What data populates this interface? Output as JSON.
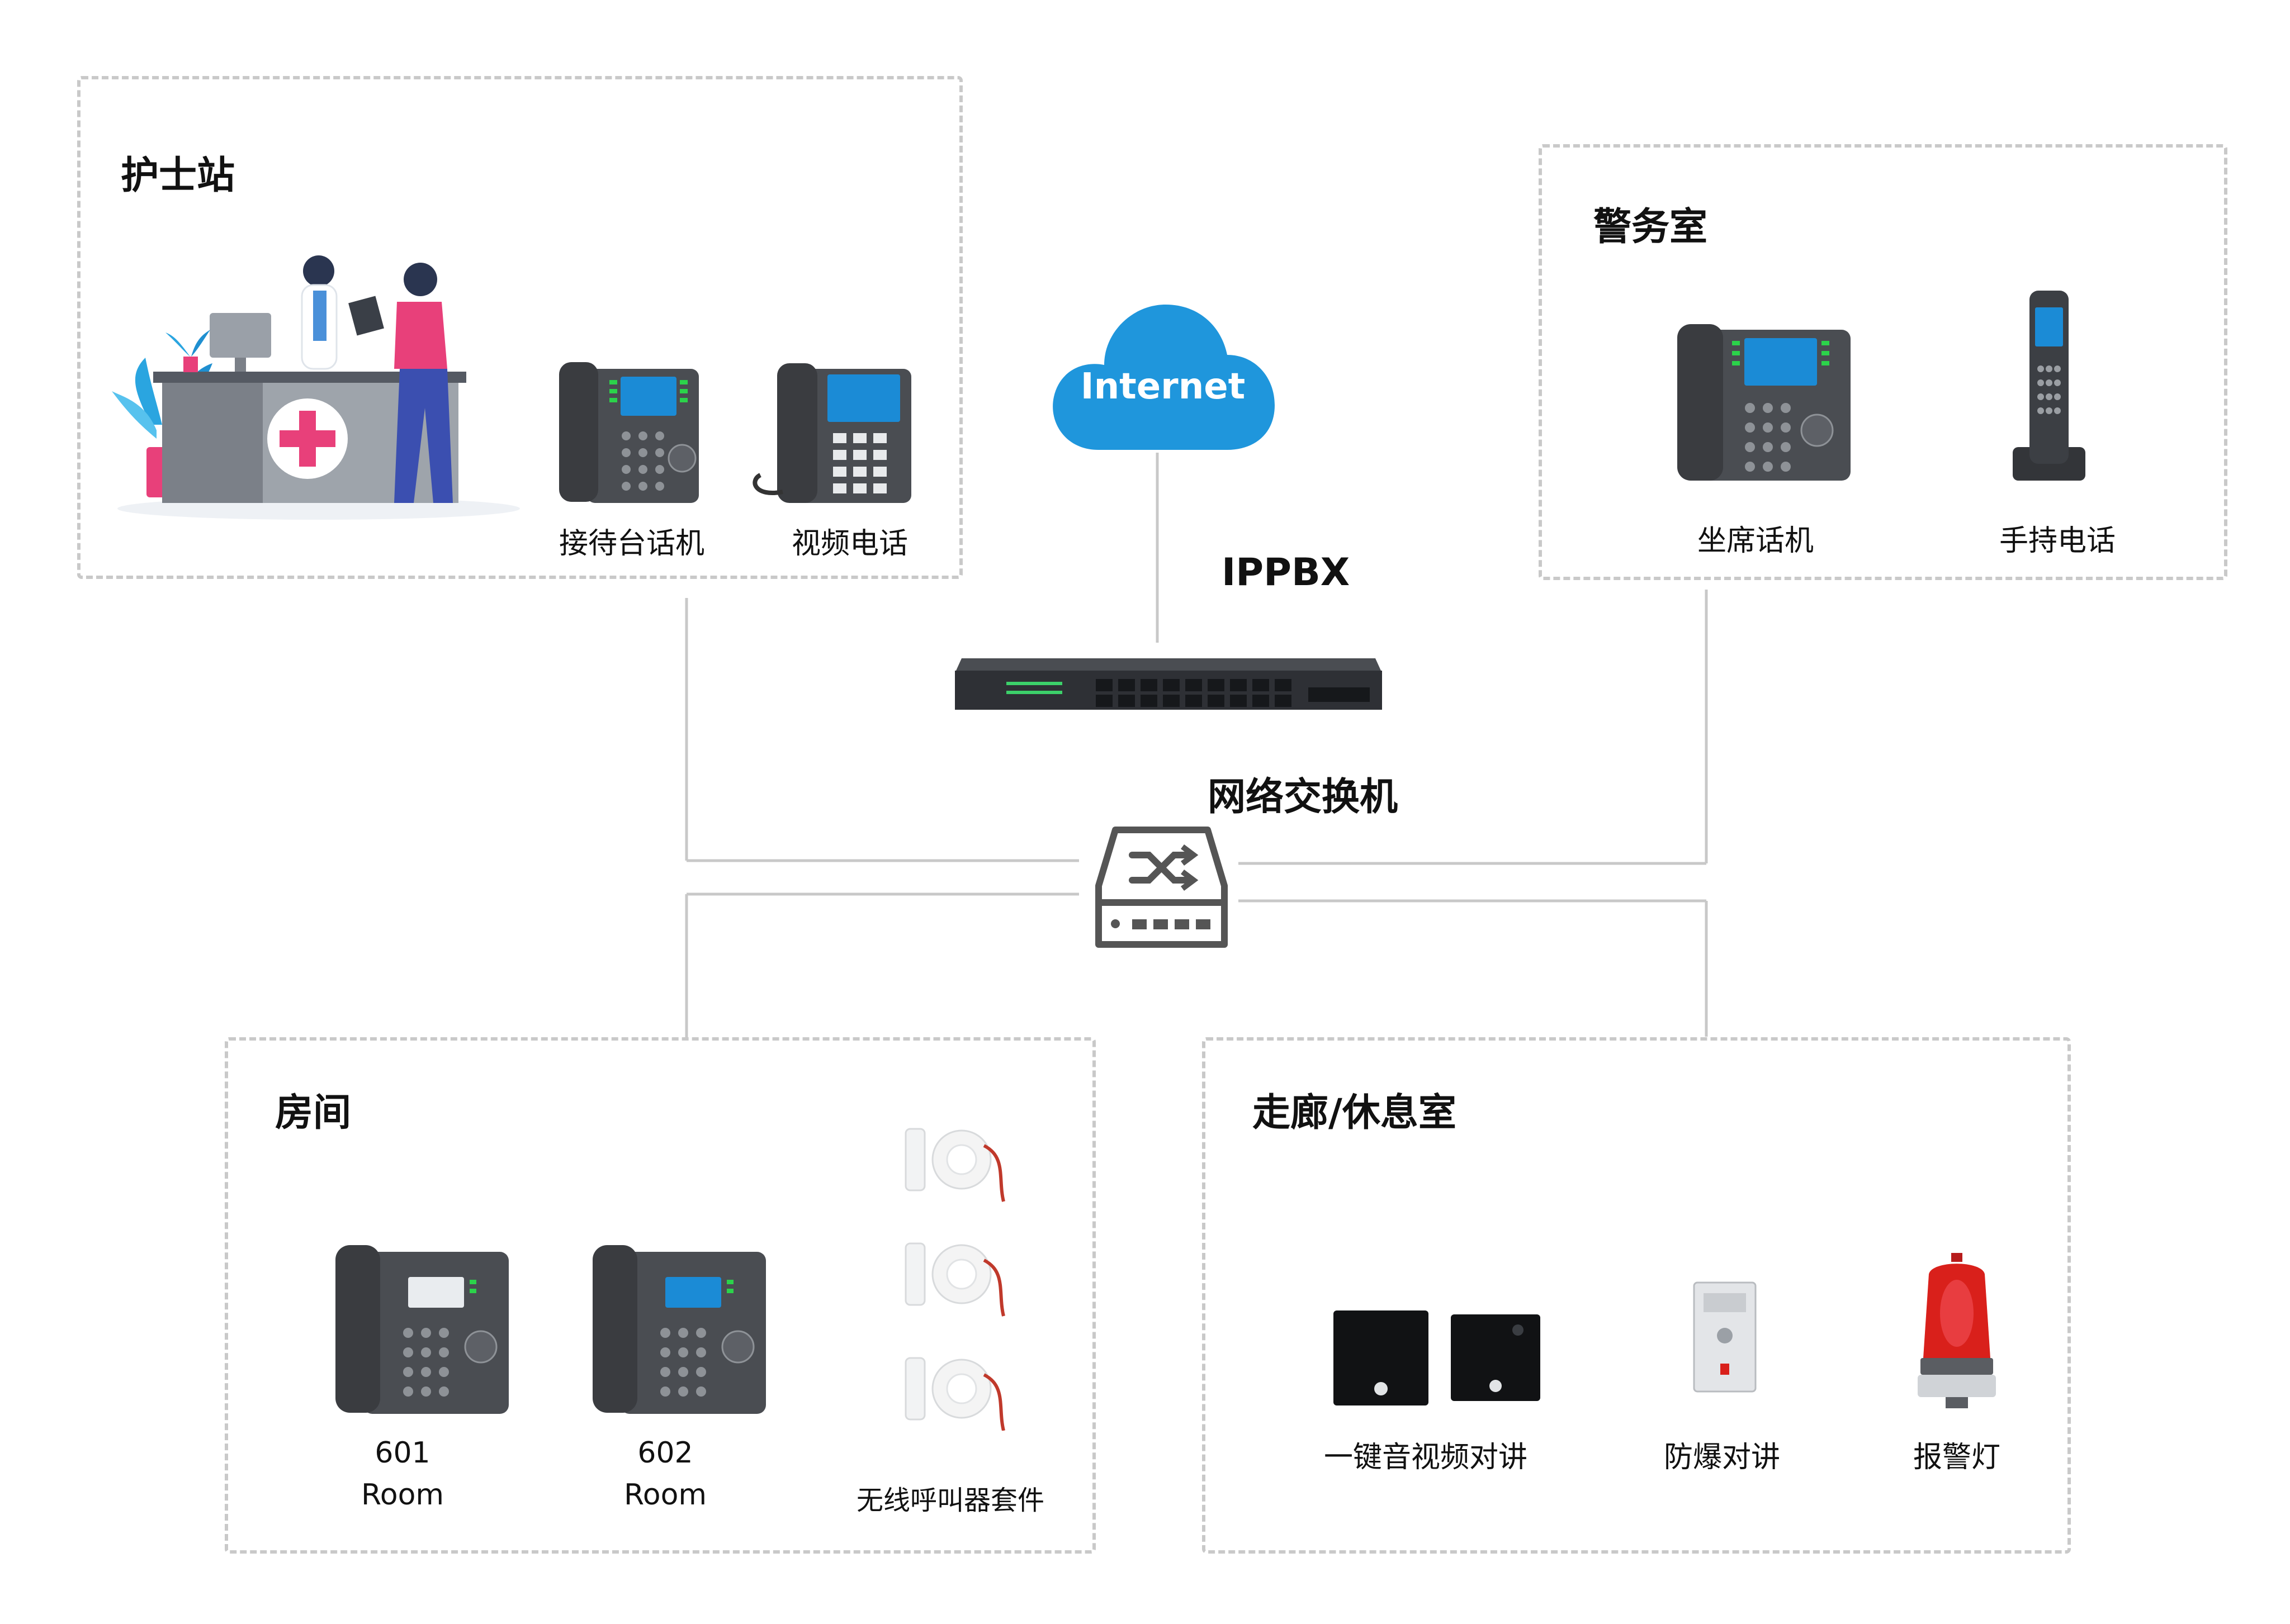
{
  "center": {
    "internet": "Internet",
    "ippbx": "IPPBX",
    "switch": "网络交换机"
  },
  "nurse_station": {
    "title": "护士站",
    "devices": [
      "接待台话机",
      "视频电话"
    ]
  },
  "police_room": {
    "title": "警务室",
    "devices": [
      "坐席话机",
      "手持电话"
    ]
  },
  "room": {
    "title": "房间",
    "phones": [
      {
        "num": "601",
        "label": "Room"
      },
      {
        "num": "602",
        "label": "Room"
      }
    ],
    "wireless": "无线呼叫器套件"
  },
  "corridor": {
    "title": "走廊/休息室",
    "devices": [
      "一键音视频对讲",
      "防爆对讲",
      "报警灯"
    ]
  },
  "colors": {
    "cloud": "#1f96dc",
    "line": "#c8c8c8",
    "dash": "#c9c9c9",
    "alarm_red": "#d9201b",
    "nurse_pink": "#e8407a"
  }
}
